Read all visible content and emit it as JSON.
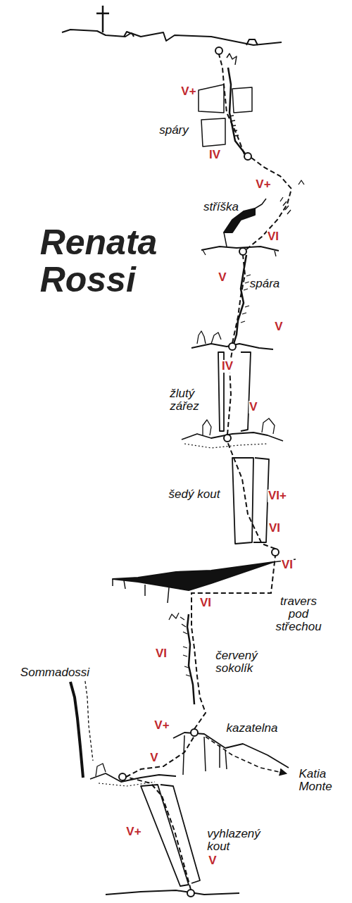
{
  "diagram": {
    "title": "Renata Rossi",
    "labels": [
      "V+",
      "spáry",
      "IV",
      "V+",
      "stříška",
      "VI",
      "V",
      "spára",
      "V",
      "IV",
      "žlutý zářez",
      "V",
      "šedý kout",
      "VI+",
      "VI",
      "VI",
      "VI",
      "travers pod střechou",
      "VI",
      "červený sokolík",
      "Sommadossi",
      "V+",
      "kazatelna",
      "V",
      "Katia Monte",
      "V+",
      "vyhlazený kout",
      "V"
    ]
  }
}
